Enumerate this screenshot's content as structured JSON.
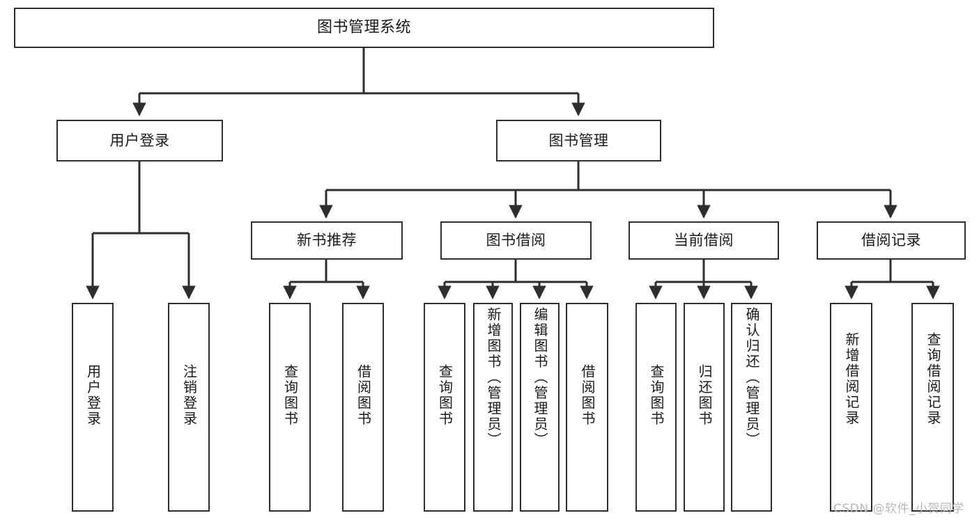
{
  "diagram": {
    "type": "hierarchy-tree",
    "title": "图书管理系统",
    "root": {
      "id": "root",
      "label": "图书管理系统"
    },
    "level2": [
      {
        "id": "user-login",
        "label": "用户登录"
      },
      {
        "id": "book-manage",
        "label": "图书管理"
      }
    ],
    "level3": [
      {
        "id": "new-book-recommend",
        "label": "新书推荐",
        "parent": "book-manage"
      },
      {
        "id": "book-borrow",
        "label": "图书借阅",
        "parent": "book-manage"
      },
      {
        "id": "current-borrow",
        "label": "当前借阅",
        "parent": "book-manage"
      },
      {
        "id": "borrow-record",
        "label": "借阅记录",
        "parent": "book-manage"
      }
    ],
    "leaves": [
      {
        "id": "leaf-user-login",
        "label": "用户登录",
        "parent": "user-login"
      },
      {
        "id": "leaf-logout",
        "label": "注销登录",
        "parent": "user-login"
      },
      {
        "id": "leaf-query-book-1",
        "label": "查询图书",
        "parent": "new-book-recommend"
      },
      {
        "id": "leaf-borrow-book-1",
        "label": "借阅图书",
        "parent": "new-book-recommend"
      },
      {
        "id": "leaf-query-book-2",
        "label": "查询图书",
        "parent": "book-borrow"
      },
      {
        "id": "leaf-add-book",
        "label": "新增图书（管理员）",
        "parent": "book-borrow"
      },
      {
        "id": "leaf-edit-book",
        "label": "编辑图书（管理员）",
        "parent": "book-borrow"
      },
      {
        "id": "leaf-borrow-book-2",
        "label": "借阅图书",
        "parent": "book-borrow"
      },
      {
        "id": "leaf-query-book-3",
        "label": "查询图书",
        "parent": "current-borrow"
      },
      {
        "id": "leaf-return-book",
        "label": "归还图书",
        "parent": "current-borrow"
      },
      {
        "id": "leaf-confirm-return",
        "label": "确认归还（管理员）",
        "parent": "current-borrow"
      },
      {
        "id": "leaf-add-record",
        "label": "新增借阅记录",
        "parent": "borrow-record"
      },
      {
        "id": "leaf-query-record",
        "label": "查询借阅记录",
        "parent": "borrow-record"
      }
    ],
    "colors": {
      "box_border": "#2e2e2e",
      "box_fill": "#ffffff",
      "connector": "#2e2e2e",
      "background": "#ffffff",
      "watermark": "#b9b9b9"
    }
  },
  "watermark": {
    "text": "CSDN @软件_小贺同学"
  }
}
